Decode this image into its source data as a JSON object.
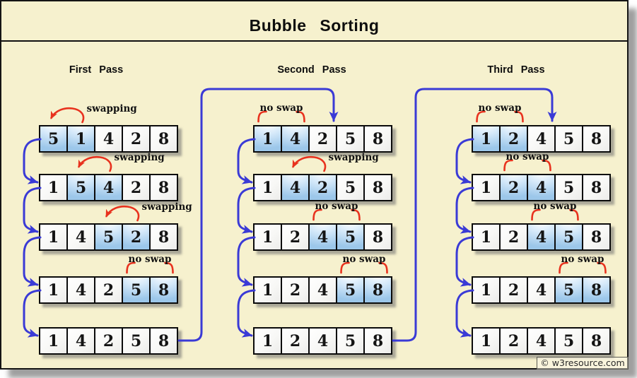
{
  "title": "Bubble  Sorting",
  "watermark": "© w3resource.com",
  "labels": {
    "swapping": "swapping",
    "no_swap": "no swap"
  },
  "colors": {
    "background": "#f6f1ce",
    "arrow_blue": "#3a3ad6",
    "arrow_red": "#e8321e",
    "cell_highlight_blue": "#9cc7ea",
    "border_black": "#0b0b0b"
  },
  "passes": [
    {
      "name": "First  Pass",
      "rows": [
        {
          "values": [
            5,
            1,
            4,
            2,
            8
          ],
          "highlight": [
            0,
            1
          ],
          "marker": "swapping"
        },
        {
          "values": [
            1,
            5,
            4,
            2,
            8
          ],
          "highlight": [
            1,
            2
          ],
          "marker": "swapping"
        },
        {
          "values": [
            1,
            4,
            5,
            2,
            8
          ],
          "highlight": [
            2,
            3
          ],
          "marker": "swapping"
        },
        {
          "values": [
            1,
            4,
            2,
            5,
            8
          ],
          "highlight": [
            3,
            4
          ],
          "marker": "no swap"
        },
        {
          "values": [
            1,
            4,
            2,
            5,
            8
          ],
          "highlight": [],
          "marker": null
        }
      ]
    },
    {
      "name": "Second  Pass",
      "rows": [
        {
          "values": [
            1,
            4,
            2,
            5,
            8
          ],
          "highlight": [
            0,
            1
          ],
          "marker": "no swap"
        },
        {
          "values": [
            1,
            4,
            2,
            5,
            8
          ],
          "highlight": [
            1,
            2
          ],
          "marker": "swapping"
        },
        {
          "values": [
            1,
            2,
            4,
            5,
            8
          ],
          "highlight": [
            2,
            3
          ],
          "marker": "no swap"
        },
        {
          "values": [
            1,
            2,
            4,
            5,
            8
          ],
          "highlight": [
            3,
            4
          ],
          "marker": "no swap"
        },
        {
          "values": [
            1,
            2,
            4,
            5,
            8
          ],
          "highlight": [],
          "marker": null
        }
      ]
    },
    {
      "name": "Third  Pass",
      "rows": [
        {
          "values": [
            1,
            2,
            4,
            5,
            8
          ],
          "highlight": [
            0,
            1
          ],
          "marker": "no swap"
        },
        {
          "values": [
            1,
            2,
            4,
            5,
            8
          ],
          "highlight": [
            1,
            2
          ],
          "marker": "no swap"
        },
        {
          "values": [
            1,
            2,
            4,
            5,
            8
          ],
          "highlight": [
            2,
            3
          ],
          "marker": "no swap"
        },
        {
          "values": [
            1,
            2,
            4,
            5,
            8
          ],
          "highlight": [
            3,
            4
          ],
          "marker": "no swap"
        },
        {
          "values": [
            1,
            2,
            4,
            5,
            8
          ],
          "highlight": [],
          "marker": null
        }
      ]
    }
  ]
}
